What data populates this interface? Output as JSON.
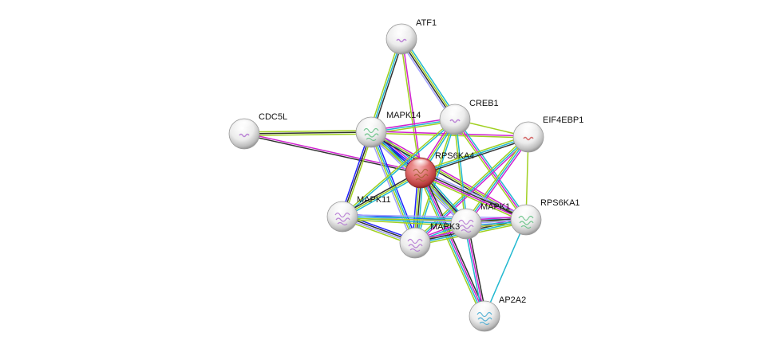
{
  "title": "STRING protein interaction network",
  "query_protein": "RPS6KA4",
  "edge_colors": {
    "known_curated": "#20b8d0",
    "known_experimental": "#d020d0",
    "predicted_neighborhood": "#2020ff",
    "textmining": "#a0d020",
    "coexpression": "#303030",
    "homology": "#a0a0ff",
    "secondary_cyan": "#40c8e0"
  },
  "nodes": [
    {
      "id": "ATF1",
      "label": "ATF1",
      "query": false,
      "structure_color": "#b070d0"
    },
    {
      "id": "CREB1",
      "label": "CREB1",
      "query": false,
      "structure_color": "#b070d0"
    },
    {
      "id": "CDC5L",
      "label": "CDC5L",
      "query": false,
      "structure_color": "#b070d0"
    },
    {
      "id": "MAPK14",
      "label": "MAPK14",
      "query": false,
      "structure_color": "#60c080"
    },
    {
      "id": "EIF4EBP1",
      "label": "EIF4EBP1",
      "query": false,
      "structure_color": "#d05050"
    },
    {
      "id": "RPS6KA4",
      "label": "RPS6KA4",
      "query": true,
      "structure_color": "#a06030"
    },
    {
      "id": "MAPK11",
      "label": "MAPK11",
      "query": false,
      "structure_color": "#b070d0"
    },
    {
      "id": "MAPK1",
      "label": "MAPK1",
      "query": false,
      "structure_color": "#b070d0"
    },
    {
      "id": "RPS6KA1",
      "label": "RPS6KA1",
      "query": false,
      "structure_color": "#60c080"
    },
    {
      "id": "MAPK3",
      "label": "MAPK3",
      "query": false,
      "structure_color": "#b070d0"
    },
    {
      "id": "AP2A2",
      "label": "AP2A2",
      "query": false,
      "structure_color": "#40a8d0"
    }
  ],
  "edges": [
    {
      "source": "ATF1",
      "target": "MAPK14",
      "types": [
        "coexpression",
        "known_curated",
        "textmining"
      ]
    },
    {
      "source": "ATF1",
      "target": "CREB1",
      "types": [
        "known_curated",
        "textmining",
        "coexpression",
        "homology"
      ]
    },
    {
      "source": "ATF1",
      "target": "RPS6KA4",
      "types": [
        "known_experimental",
        "textmining"
      ]
    },
    {
      "source": "CDC5L",
      "target": "MAPK14",
      "types": [
        "textmining",
        "coexpression",
        "textmining"
      ]
    },
    {
      "source": "CDC5L",
      "target": "RPS6KA4",
      "types": [
        "known_experimental",
        "coexpression"
      ]
    },
    {
      "source": "MAPK14",
      "target": "CREB1",
      "types": [
        "known_experimental",
        "known_curated",
        "textmining"
      ]
    },
    {
      "source": "MAPK14",
      "target": "EIF4EBP1",
      "types": [
        "known_experimental",
        "textmining"
      ]
    },
    {
      "source": "MAPK14",
      "target": "RPS6KA4",
      "types": [
        "known_curated",
        "known_experimental",
        "predicted_neighborhood",
        "coexpression",
        "textmining",
        "homology"
      ]
    },
    {
      "source": "MAPK14",
      "target": "MAPK11",
      "types": [
        "textmining",
        "coexpression",
        "predicted_neighborhood"
      ]
    },
    {
      "source": "MAPK14",
      "target": "MAPK3",
      "types": [
        "predicted_neighborhood",
        "known_curated",
        "textmining",
        "homology"
      ]
    },
    {
      "source": "MAPK14",
      "target": "MAPK1",
      "types": [
        "predicted_neighborhood",
        "known_curated",
        "textmining",
        "homology"
      ]
    },
    {
      "source": "MAPK14",
      "target": "RPS6KA1",
      "types": [
        "known_experimental",
        "textmining",
        "coexpression"
      ]
    },
    {
      "source": "CREB1",
      "target": "RPS6KA4",
      "types": [
        "known_curated",
        "textmining",
        "known_experimental"
      ]
    },
    {
      "source": "CREB1",
      "target": "EIF4EBP1",
      "types": [
        "textmining"
      ]
    },
    {
      "source": "CREB1",
      "target": "MAPK11",
      "types": [
        "known_curated",
        "textmining"
      ]
    },
    {
      "source": "CREB1",
      "target": "MAPK3",
      "types": [
        "known_curated",
        "textmining"
      ]
    },
    {
      "source": "CREB1",
      "target": "MAPK1",
      "types": [
        "known_curated",
        "textmining"
      ]
    },
    {
      "source": "CREB1",
      "target": "RPS6KA1",
      "types": [
        "known_curated",
        "known_experimental",
        "textmining"
      ]
    },
    {
      "source": "EIF4EBP1",
      "target": "RPS6KA4",
      "types": [
        "coexpression",
        "known_curated",
        "textmining"
      ]
    },
    {
      "source": "EIF4EBP1",
      "target": "MAPK3",
      "types": [
        "known_experimental",
        "known_curated",
        "textmining"
      ]
    },
    {
      "source": "EIF4EBP1",
      "target": "MAPK1",
      "types": [
        "known_experimental",
        "known_curated",
        "textmining"
      ]
    },
    {
      "source": "EIF4EBP1",
      "target": "RPS6KA1",
      "types": [
        "textmining"
      ]
    },
    {
      "source": "RPS6KA4",
      "target": "MAPK11",
      "types": [
        "known_curated",
        "textmining",
        "coexpression"
      ]
    },
    {
      "source": "RPS6KA4",
      "target": "MAPK3",
      "types": [
        "known_curated",
        "coexpression",
        "textmining",
        "predicted_neighborhood"
      ]
    },
    {
      "source": "RPS6KA4",
      "target": "MAPK1",
      "types": [
        "known_curated",
        "coexpression",
        "textmining",
        "homology"
      ]
    },
    {
      "source": "RPS6KA4",
      "target": "RPS6KA1",
      "types": [
        "homology",
        "coexpression",
        "known_experimental",
        "textmining"
      ]
    },
    {
      "source": "RPS6KA4",
      "target": "AP2A2",
      "types": [
        "coexpression",
        "known_experimental",
        "known_curated",
        "textmining"
      ]
    },
    {
      "source": "MAPK11",
      "target": "MAPK3",
      "types": [
        "predicted_neighborhood",
        "coexpression",
        "homology",
        "textmining"
      ]
    },
    {
      "source": "MAPK11",
      "target": "MAPK1",
      "types": [
        "predicted_neighborhood",
        "homology",
        "known_curated",
        "textmining"
      ]
    },
    {
      "source": "MAPK11",
      "target": "RPS6KA1",
      "types": [
        "homology",
        "known_curated",
        "textmining"
      ]
    },
    {
      "source": "MAPK3",
      "target": "MAPK1",
      "types": [
        "known_experimental",
        "known_curated",
        "textmining",
        "homology"
      ]
    },
    {
      "source": "MAPK3",
      "target": "RPS6KA1",
      "types": [
        "known_experimental",
        "coexpression",
        "known_curated",
        "textmining"
      ]
    },
    {
      "source": "MAPK1",
      "target": "RPS6KA1",
      "types": [
        "known_experimental",
        "coexpression",
        "homology",
        "known_curated",
        "textmining"
      ]
    },
    {
      "source": "MAPK1",
      "target": "AP2A2",
      "types": [
        "coexpression",
        "known_experimental",
        "known_curated"
      ]
    },
    {
      "source": "RPS6KA1",
      "target": "AP2A2",
      "types": [
        "known_curated"
      ]
    }
  ]
}
